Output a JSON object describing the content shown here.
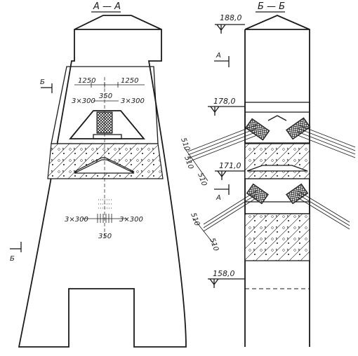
{
  "sections": {
    "left_title": "А — А",
    "right_title": "Б — Б"
  },
  "cut_marks": {
    "b_upper": "Б",
    "b_lower": "Б",
    "a_upper": "А",
    "a_lower": "А"
  },
  "left_dims": {
    "d1250_left": "1250",
    "d1250_right": "1250",
    "d350_top": "350",
    "d3x300_top_left": "3×300",
    "d3x300_top_right": "3×300",
    "d3x300_mid_left": "3×300",
    "d3x300_mid_right": "3×300",
    "d350_bottom": "350"
  },
  "right_levels": {
    "l188": "188,0",
    "l178": "178,0",
    "l171": "171,0",
    "l158": "158,0"
  },
  "right_dims": {
    "d510_a": "510",
    "d510_b": "510",
    "d510_c": "510",
    "d510_d": "510",
    "d510_e": "510"
  },
  "colors": {
    "ink": "#1a1a1a",
    "paper": "#ffffff"
  }
}
